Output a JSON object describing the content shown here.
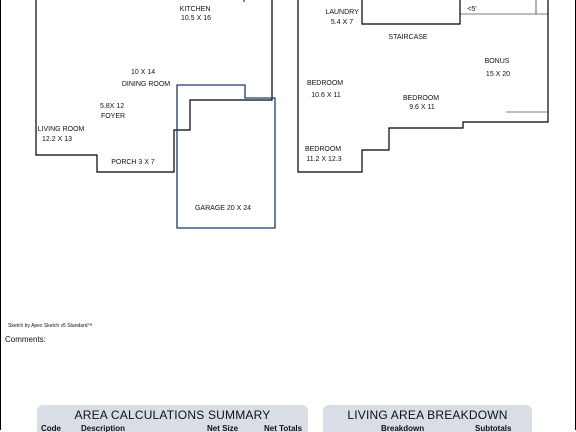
{
  "floor_plan": {
    "labels": {
      "kitchen": [
        "KITCHEN",
        "10.5 X 16"
      ],
      "dining": [
        "10 X 14",
        "DINING ROOM"
      ],
      "foyer": [
        "5.8X  12",
        "FOYER"
      ],
      "living": [
        "LIVING ROOM",
        "12.2 X 13"
      ],
      "porch": [
        "PORCH 3 X 7"
      ],
      "garage": [
        "GARAGE 20 X 24"
      ],
      "laundry": [
        "LAUNDRY",
        "5.4 X 7"
      ],
      "staircase": [
        "STAIRCASE"
      ],
      "small_note": [
        "<5'"
      ],
      "bonus": [
        "BONUS",
        "15 X 20"
      ],
      "bedroom1": [
        "BEDROOM",
        "10.6 X 11"
      ],
      "bedroom2": [
        "BEDROOM",
        "9.6 X 11"
      ],
      "bedroom3": [
        "BEDROOM",
        "11.2 X 12.3"
      ]
    },
    "colors": {
      "walls": "#000000",
      "garage_outline": "#1f3a6e"
    }
  },
  "footer": {
    "credit": "Sketch by Apex Sketch v5 Standard™",
    "comments_label": "Comments:"
  },
  "area_summary": {
    "title": "AREA CALCULATIONS SUMMARY",
    "columns": [
      "Code",
      "Description",
      "Net Size",
      "Net Totals"
    ]
  },
  "living_breakdown": {
    "title": "LIVING AREA BREAKDOWN",
    "columns": [
      "Breakdown",
      "Subtotals"
    ]
  }
}
